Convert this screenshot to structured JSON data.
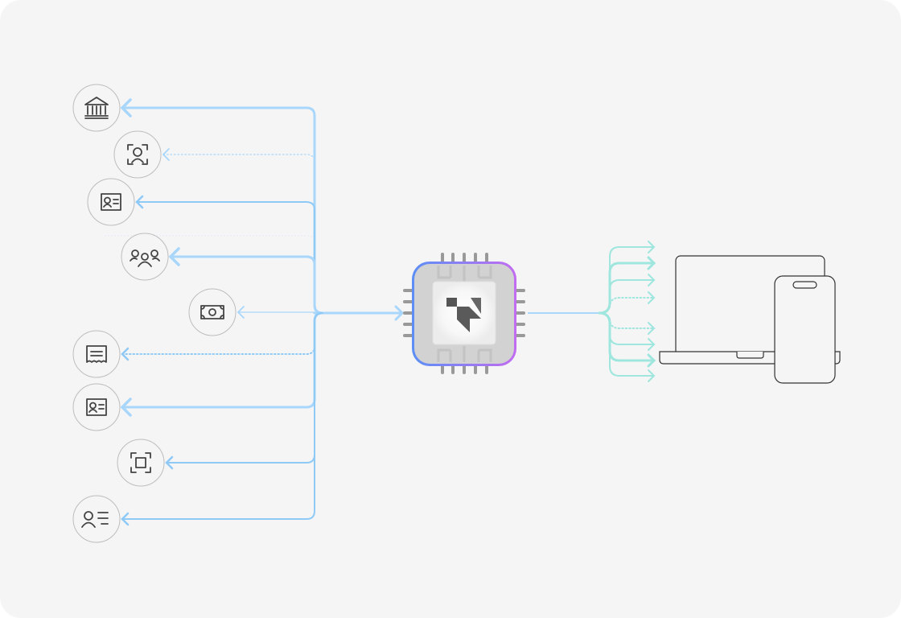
{
  "colors": {
    "background": "#f5f5f5",
    "input_lines": "#a9d6fb",
    "input_lines_mid": "#8fcaf7",
    "output_lines": "#9ee6de",
    "chip_gradient_start": "#5b8ff5",
    "chip_gradient_end": "#c26cf0",
    "icon_stroke": "#444444",
    "circle_stroke": "#bdbdbd",
    "device_stroke": "#333333"
  },
  "sources": [
    {
      "icon": "bank-icon",
      "line": "solid",
      "weight": "thick"
    },
    {
      "icon": "face-scan-icon",
      "line": "dotted",
      "weight": "thin"
    },
    {
      "icon": "id-card-icon",
      "line": "solid",
      "weight": "medium"
    },
    {
      "icon": "group-icon",
      "line": "solid",
      "weight": "thick"
    },
    {
      "icon": "banknote-icon",
      "line": "solid",
      "weight": "thin"
    },
    {
      "icon": "receipt-icon",
      "line": "dotted",
      "weight": "medium"
    },
    {
      "icon": "id-card-icon",
      "line": "solid",
      "weight": "thick"
    },
    {
      "icon": "document-scan-icon",
      "line": "solid",
      "weight": "medium"
    },
    {
      "icon": "user-list-icon",
      "line": "solid",
      "weight": "medium"
    }
  ],
  "processor": {
    "icon": "chip-icon",
    "logo": "brand-logo-icon"
  },
  "outputs": [
    {
      "line": "solid",
      "weight": "medium"
    },
    {
      "line": "solid",
      "weight": "thick"
    },
    {
      "line": "solid",
      "weight": "medium"
    },
    {
      "line": "dotted",
      "weight": "medium"
    },
    {
      "line": "dotted",
      "weight": "medium"
    },
    {
      "line": "solid",
      "weight": "medium"
    },
    {
      "line": "solid",
      "weight": "thick"
    },
    {
      "line": "solid",
      "weight": "medium"
    }
  ],
  "devices": [
    {
      "icon": "laptop-icon"
    },
    {
      "icon": "smartphone-icon"
    }
  ]
}
